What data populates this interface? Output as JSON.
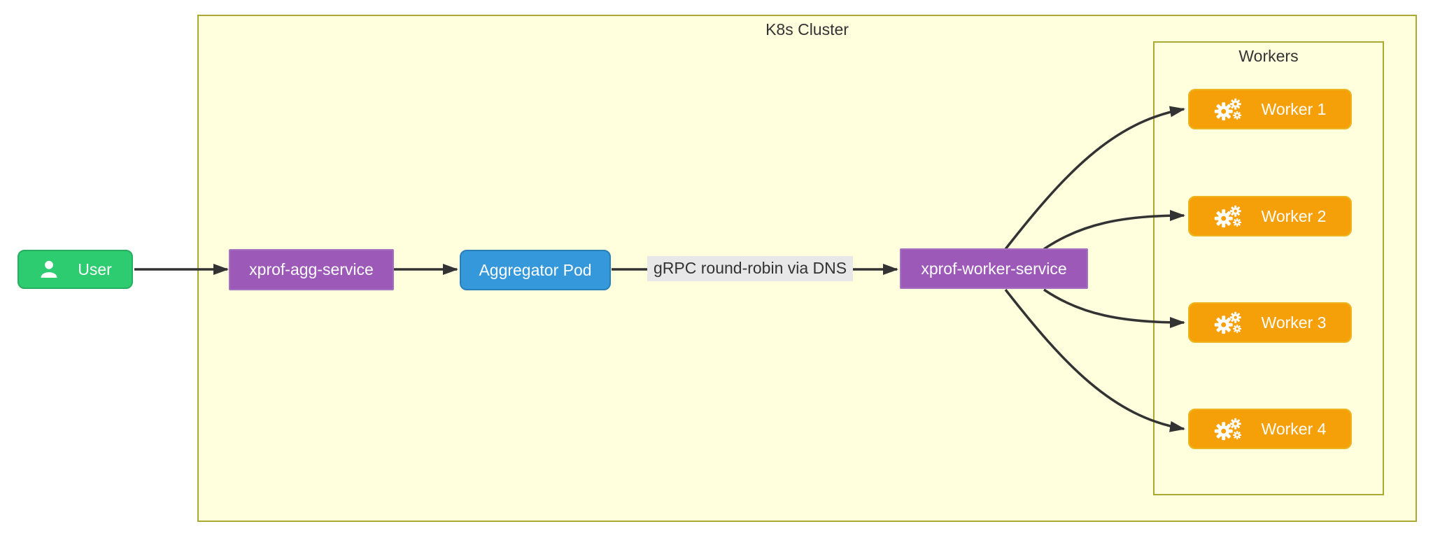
{
  "diagram": {
    "cluster": {
      "label": "K8s Cluster"
    },
    "workers_group": {
      "label": "Workers"
    },
    "nodes": {
      "user": {
        "label": "User",
        "icon": "user-icon"
      },
      "agg_service": {
        "label": "xprof-agg-service"
      },
      "aggregator_pod": {
        "label": "Aggregator Pod"
      },
      "worker_service": {
        "label": "xprof-worker-service"
      },
      "workers": [
        {
          "label": "Worker 1",
          "icon": "cogs-icon"
        },
        {
          "label": "Worker 2",
          "icon": "cogs-icon"
        },
        {
          "label": "Worker 3",
          "icon": "cogs-icon"
        },
        {
          "label": "Worker 4",
          "icon": "cogs-icon"
        }
      ]
    },
    "edges": [
      {
        "from": "User",
        "to": "xprof-agg-service"
      },
      {
        "from": "xprof-agg-service",
        "to": "Aggregator Pod"
      },
      {
        "from": "Aggregator Pod",
        "to": "xprof-worker-service",
        "label": "gRPC round-robin via DNS"
      },
      {
        "from": "xprof-worker-service",
        "to": "Worker 1"
      },
      {
        "from": "xprof-worker-service",
        "to": "Worker 2"
      },
      {
        "from": "xprof-worker-service",
        "to": "Worker 3"
      },
      {
        "from": "xprof-worker-service",
        "to": "Worker 4"
      }
    ],
    "colors": {
      "cluster_fill": "#ffffde",
      "cluster_stroke": "#aaaa33",
      "user_fill": "#2ecc71",
      "user_stroke": "#27ae60",
      "service_fill": "#9c59b8",
      "pod_fill": "#3498db",
      "pod_stroke": "#2980b9",
      "worker_fill": "#f5a009",
      "worker_stroke": "#edb41e",
      "edge_stroke": "#333333",
      "edge_label_bg": "#e8e8e8",
      "title_text": "#333333"
    }
  }
}
